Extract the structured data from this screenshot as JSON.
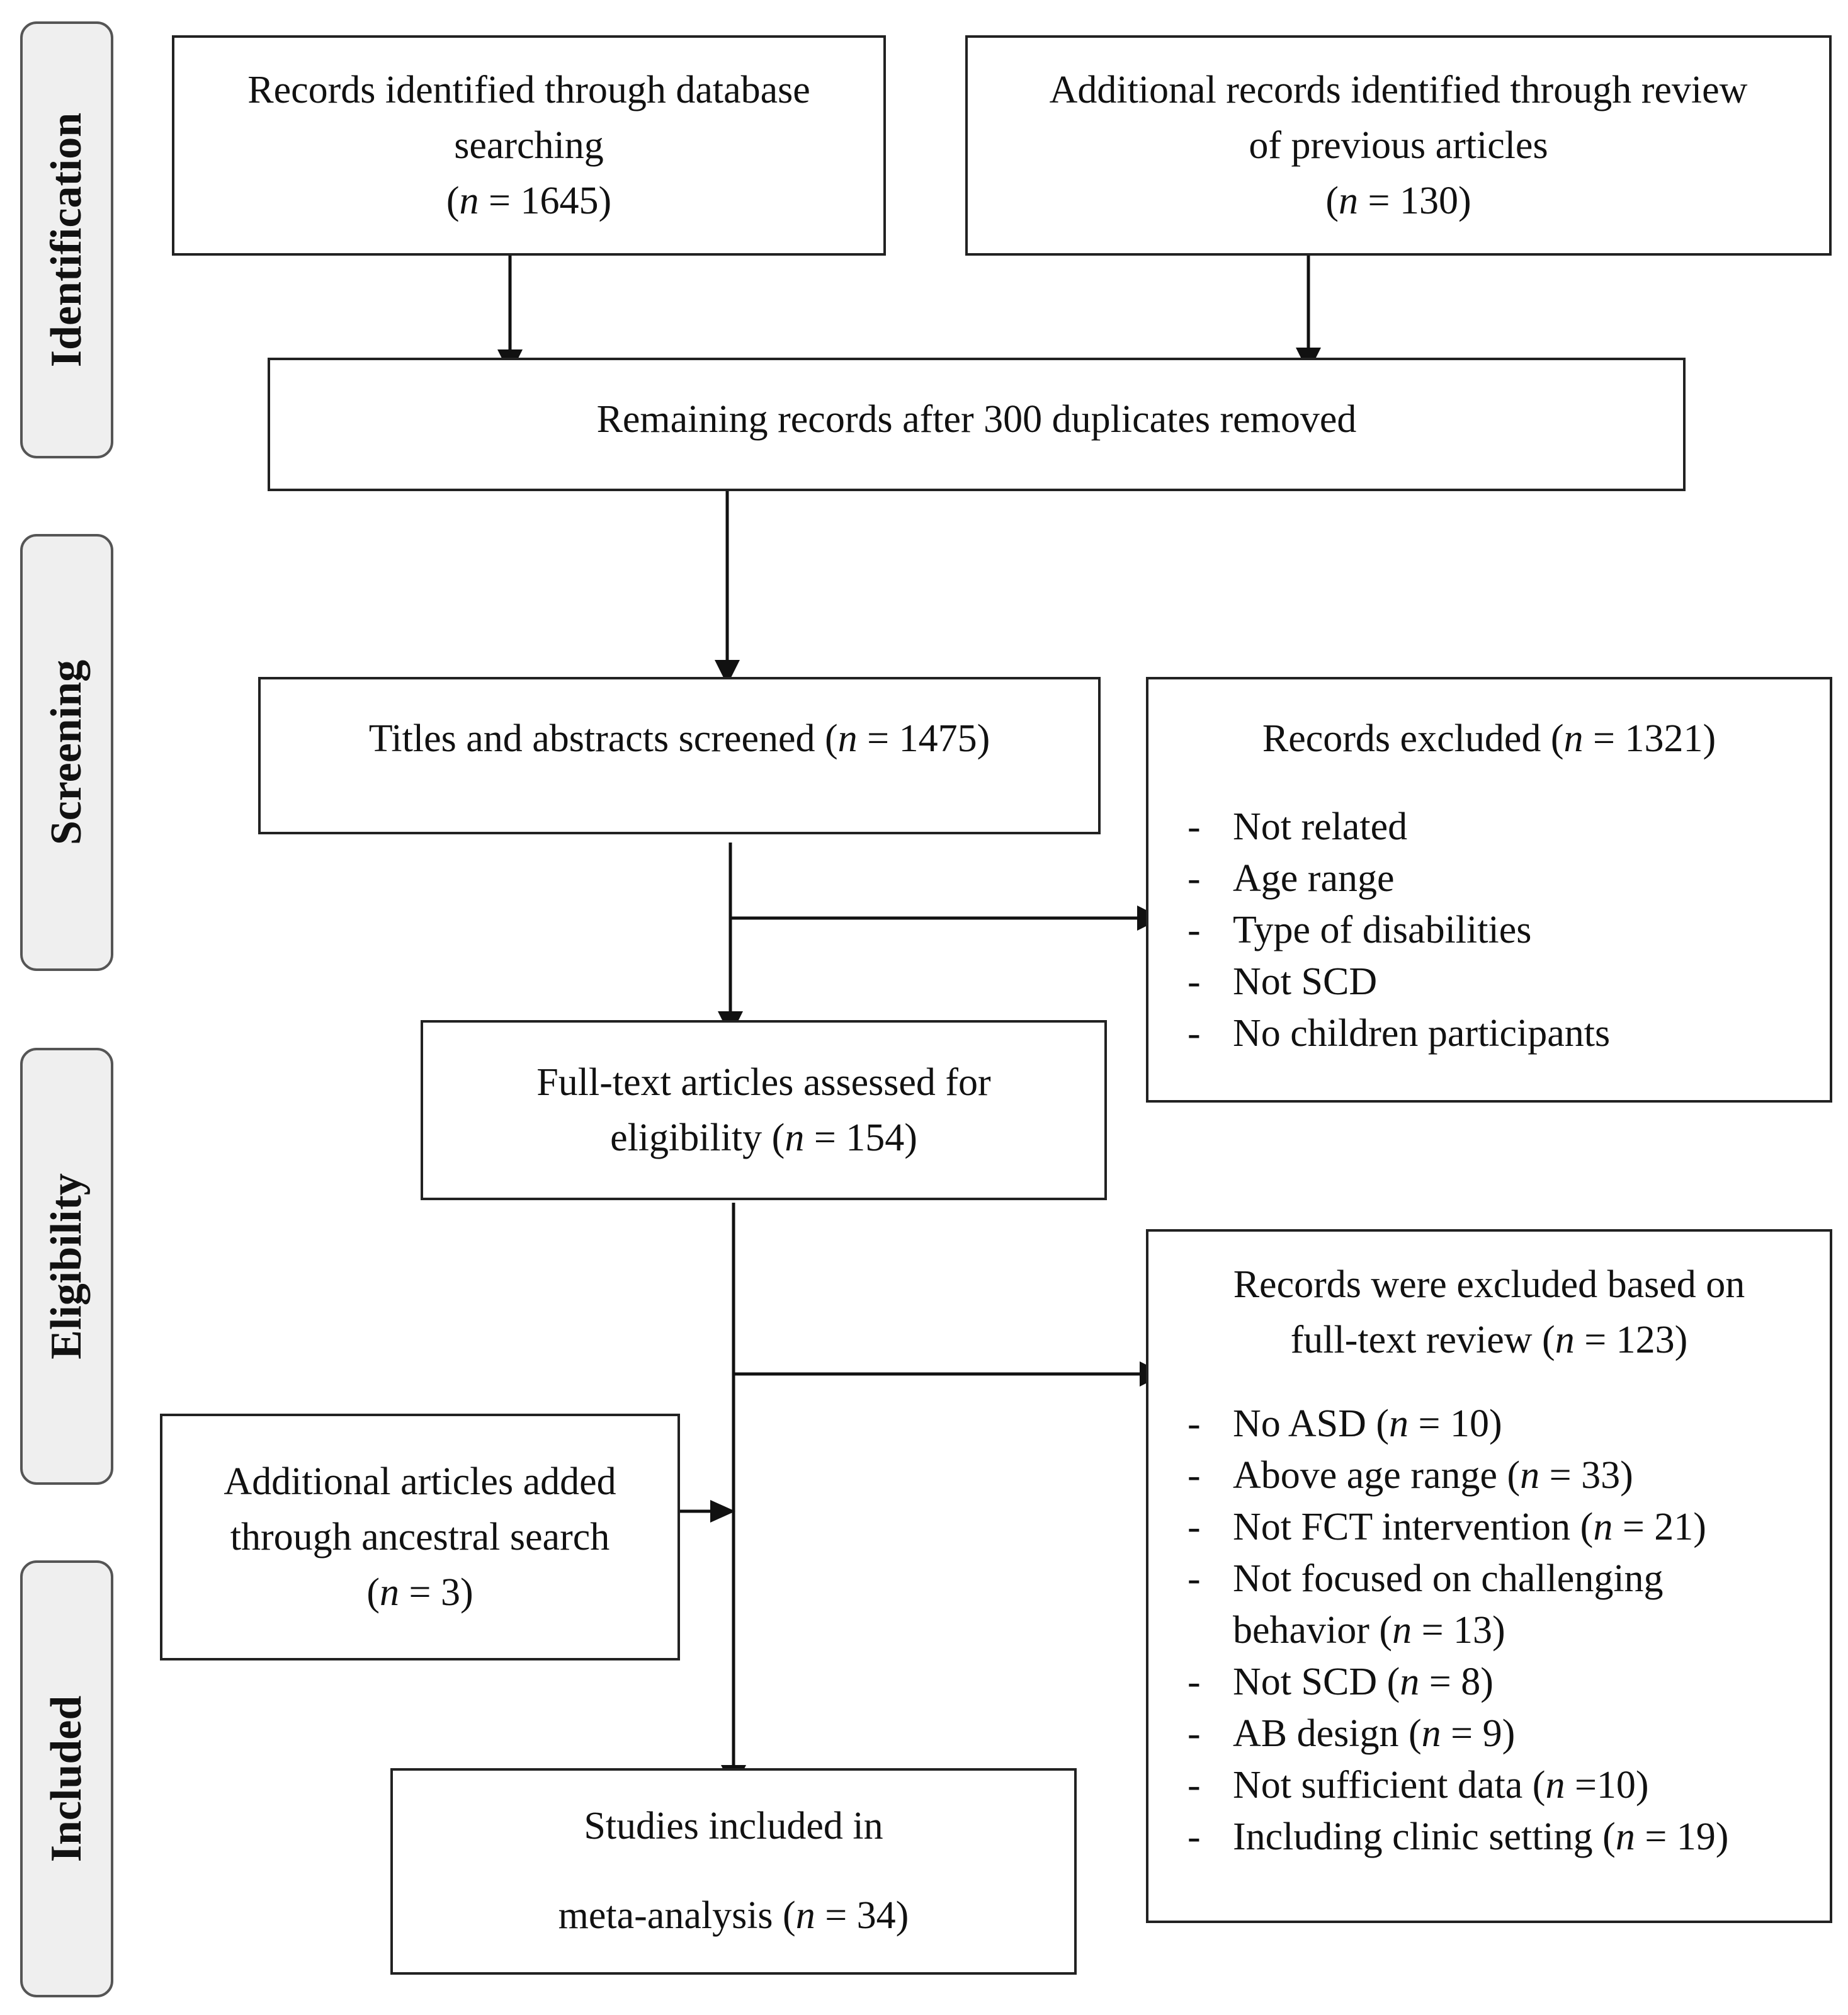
{
  "stages": {
    "identification": "Identification",
    "screening": "Screening",
    "eligibility": "Eligibility",
    "included": "Included"
  },
  "boxes": {
    "database": {
      "line1": "Records identified through database",
      "line2": "searching",
      "n_open": "(",
      "n_var": "n",
      "n_rest": " = 1645)"
    },
    "additional": {
      "line1": "Additional records identified through review",
      "line2": "of previous articles",
      "n_open": "(",
      "n_var": "n",
      "n_rest": " = 130)"
    },
    "remaining": {
      "text": "Remaining records after 300 duplicates removed"
    },
    "screened": {
      "text": "Titles and abstracts screened (",
      "n_var": "n",
      "n_rest": " = 1475)"
    },
    "excluded_screen": {
      "title": "Records excluded (",
      "n_var": "n",
      "n_rest": " = 1321)",
      "items": [
        "Not related",
        "Age range",
        "Type of disabilities",
        "Not SCD",
        "No children participants"
      ]
    },
    "fulltext": {
      "line1": "Full-text articles assessed for",
      "line2": "eligibility (",
      "n_var": "n",
      "n_rest": " = 154)"
    },
    "excluded_full": {
      "line1": "Records were excluded based on",
      "line2": "full-text review (",
      "n_var": "n",
      "n_rest": " = 123)",
      "items": [
        {
          "pre": "No ASD (",
          "var": "n",
          "post": " = 10)"
        },
        {
          "pre": "Above age range (",
          "var": "n",
          "post": " = 33)"
        },
        {
          "pre": "Not FCT intervention (",
          "var": "n",
          "post": " = 21)"
        },
        {
          "pre": "Not focused on challenging",
          "var": "",
          "post": ""
        },
        {
          "pre": "behavior (",
          "var": "n",
          "post": " = 13)",
          "continuation": true
        },
        {
          "pre": "Not SCD (",
          "var": "n",
          "post": " = 8)"
        },
        {
          "pre": "AB design (",
          "var": "n",
          "post": " = 9)"
        },
        {
          "pre": "Not sufficient data (",
          "var": "n",
          "post": " =10)"
        },
        {
          "pre": "Including clinic setting (",
          "var": "n",
          "post": " = 19)"
        }
      ]
    },
    "ancestral": {
      "line1": "Additional articles added",
      "line2": "through ancestral search",
      "n_open": "(",
      "n_var": "n",
      "n_rest": " = 3)"
    },
    "included": {
      "line1": "Studies included in",
      "line2": "meta-analysis (",
      "n_var": "n",
      "n_rest": " = 34)"
    }
  },
  "bullet": "-"
}
